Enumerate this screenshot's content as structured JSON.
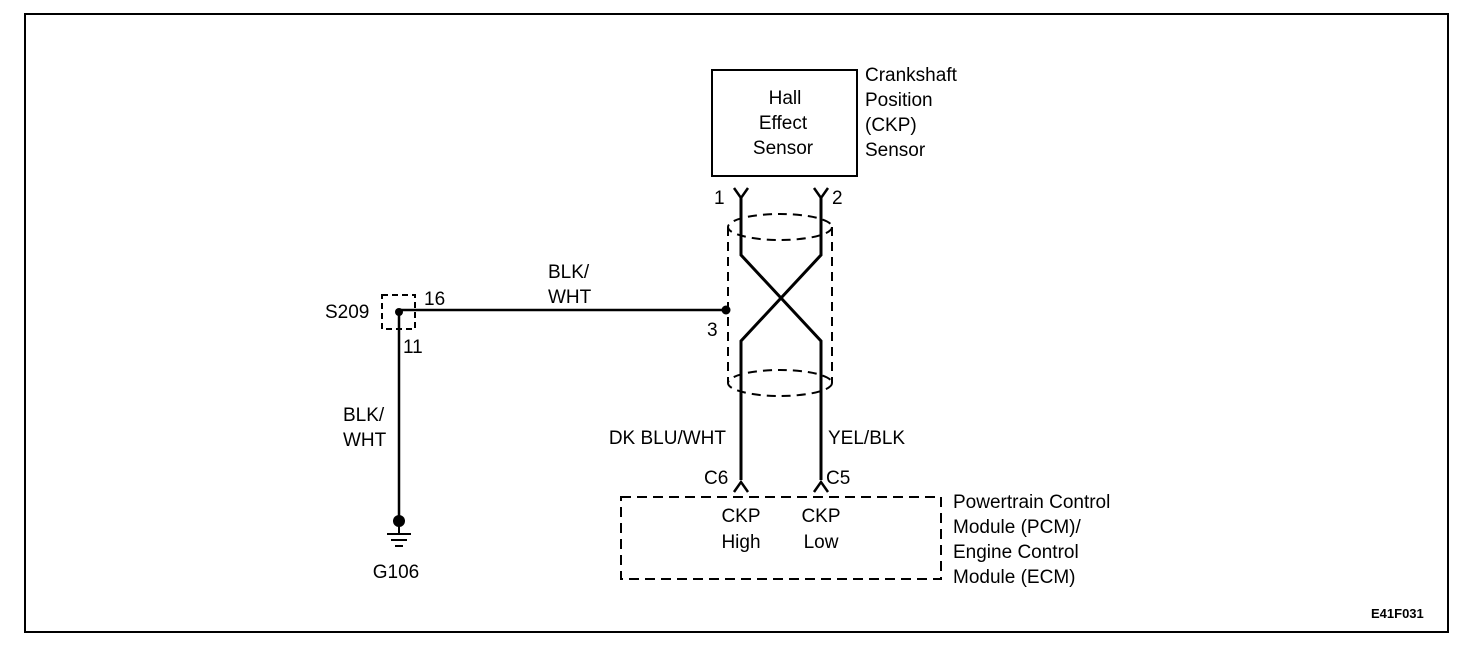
{
  "sensor": {
    "box_lines": [
      "Hall",
      "Effect",
      "Sensor"
    ],
    "name_lines": [
      "Crankshaft",
      "Position",
      "(CKP)",
      "Sensor"
    ],
    "pin_left": "1",
    "pin_right": "2"
  },
  "shield_pin": "3",
  "splice": {
    "name": "S209",
    "pin_top": "16",
    "pin_bottom": "11"
  },
  "wires": {
    "horizontal_color": [
      "BLK/",
      "WHT"
    ],
    "ground_color": [
      "BLK/",
      "WHT"
    ],
    "left_color": "DK BLU/WHT",
    "right_color": "YEL/BLK"
  },
  "ground": {
    "name": "G106"
  },
  "module": {
    "pin_left": "C6",
    "pin_right": "C5",
    "left_signal": [
      "CKP",
      "High"
    ],
    "right_signal": [
      "CKP",
      "Low"
    ],
    "name_lines": [
      "Powertrain Control",
      "Module (PCM)/",
      "Engine  Control",
      "Module (ECM)"
    ]
  },
  "figure_code": "E41F031"
}
